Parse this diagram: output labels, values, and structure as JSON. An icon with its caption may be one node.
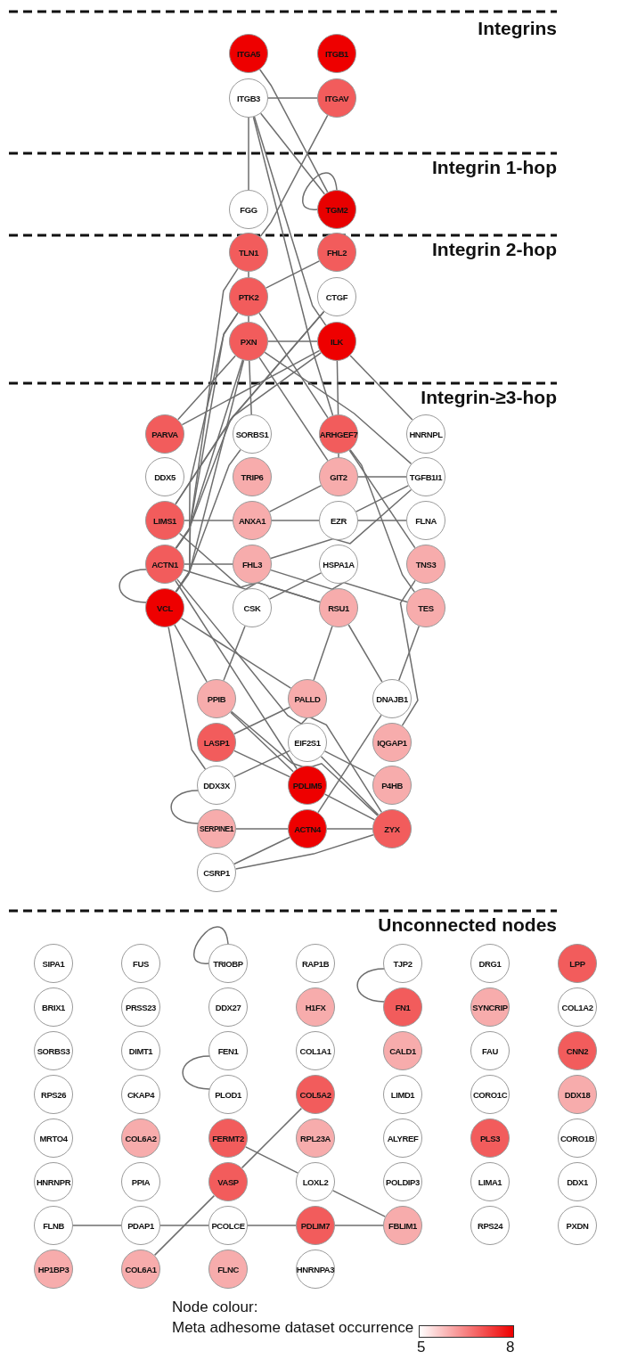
{
  "diagram": {
    "nodes": [
      {
        "text": [
          "ITGA5"
        ]
      },
      {
        "text": [
          "ITGB1"
        ]
      },
      {
        "text": [
          "ITGB3"
        ]
      },
      {
        "text": [
          "ITGAV"
        ]
      },
      {
        "text": [
          "FGG"
        ]
      },
      {
        "text": [
          "TGM2"
        ]
      },
      {
        "text": [
          "TLN1"
        ]
      },
      {
        "text": [
          "FHL2"
        ]
      },
      {
        "text": [
          "PTK2"
        ]
      },
      {
        "text": [
          "CTGF"
        ]
      },
      {
        "text": [
          "PXN"
        ]
      },
      {
        "text": [
          "ILK"
        ]
      },
      {
        "text": [
          "PARVA"
        ]
      },
      {
        "text": [
          "SORBS1"
        ]
      },
      {
        "text": [
          "ARHGEF7"
        ]
      },
      {
        "text": [
          "HNRNPL"
        ]
      },
      {
        "text": [
          "DDX5"
        ]
      },
      {
        "text": [
          "TRIP6"
        ]
      },
      {
        "text": [
          "GIT2"
        ]
      },
      {
        "text": [
          "TGFB1I1"
        ]
      },
      {
        "text": [
          "LIMS1"
        ]
      },
      {
        "text": [
          "ANXA1"
        ]
      },
      {
        "text": [
          "EZR"
        ]
      },
      {
        "text": [
          "FLNA"
        ]
      },
      {
        "text": [
          "ACTN1"
        ]
      },
      {
        "text": [
          "FHL3"
        ]
      },
      {
        "text": [
          "HSPA1A"
        ]
      },
      {
        "text": [
          "TNS3"
        ]
      },
      {
        "text": [
          "VCL"
        ]
      },
      {
        "text": [
          "CSK"
        ]
      },
      {
        "text": [
          "RSU1"
        ]
      },
      {
        "text": [
          "TES"
        ]
      },
      {
        "text": [
          "PPIB"
        ]
      },
      {
        "text": [
          "PALLD"
        ]
      },
      {
        "text": [
          "DNAJB1"
        ]
      },
      {
        "text": [
          "LASP1"
        ]
      },
      {
        "text": [
          "EIF2S1"
        ]
      },
      {
        "text": [
          "IQGAP1"
        ]
      },
      {
        "text": [
          "DDX3X"
        ]
      },
      {
        "text": [
          "PDLIM5"
        ]
      },
      {
        "text": [
          "P4HB"
        ]
      },
      {
        "text": [
          "SERPINE1"
        ]
      },
      {
        "text": [
          "ACTN4"
        ]
      },
      {
        "text": [
          "ZYX"
        ]
      },
      {
        "text": [
          "CSRP1"
        ]
      },
      {
        "text": [
          "SIPA1"
        ]
      },
      {
        "text": [
          "FUS"
        ]
      },
      {
        "text": [
          "TRIOBP"
        ]
      },
      {
        "text": [
          "RAP1B"
        ]
      },
      {
        "text": [
          "TJP2"
        ]
      },
      {
        "text": [
          "DRG1"
        ]
      },
      {
        "text": [
          "LPP"
        ]
      },
      {
        "text": [
          "BRIX1"
        ]
      },
      {
        "text": [
          "PRSS23"
        ]
      },
      {
        "text": [
          "DDX27"
        ]
      },
      {
        "text": [
          "H1FX"
        ]
      },
      {
        "text": [
          "FN1"
        ]
      },
      {
        "text": [
          "SYNCRIP"
        ]
      },
      {
        "text": [
          "COL1A2"
        ]
      },
      {
        "text": [
          "SORBS3"
        ]
      },
      {
        "text": [
          "DIMT1"
        ]
      },
      {
        "text": [
          "FEN1"
        ]
      },
      {
        "text": [
          "COL1A1"
        ]
      },
      {
        "text": [
          "CALD1"
        ]
      },
      {
        "text": [
          "FAU"
        ]
      },
      {
        "text": [
          "CNN2"
        ]
      },
      {
        "text": [
          "RPS26"
        ]
      },
      {
        "text": [
          "CKAP4"
        ]
      },
      {
        "text": [
          "PLOD1"
        ]
      },
      {
        "text": [
          "COL5A2"
        ]
      },
      {
        "text": [
          "LIMD1"
        ]
      },
      {
        "text": [
          "CORO1C"
        ]
      },
      {
        "text": [
          "DDX18"
        ]
      },
      {
        "text": [
          "MRTO4"
        ]
      },
      {
        "text": [
          "COL6A2"
        ]
      },
      {
        "text": [
          "FERMT2"
        ]
      },
      {
        "text": [
          "RPL23A"
        ]
      },
      {
        "text": [
          "ALYREF"
        ]
      },
      {
        "text": [
          "PLS3"
        ]
      },
      {
        "text": [
          "CORO1B"
        ]
      },
      {
        "text": [
          "HNRNPR"
        ]
      },
      {
        "text": [
          "PPIA"
        ]
      },
      {
        "text": [
          "VASP"
        ]
      },
      {
        "text": [
          "LOXL2"
        ]
      },
      {
        "text": [
          "POLDIP3"
        ]
      },
      {
        "text": [
          "LIMA1"
        ]
      },
      {
        "text": [
          "DDX1"
        ]
      },
      {
        "text": [
          "FLNB"
        ]
      },
      {
        "text": [
          "PDAP1"
        ]
      },
      {
        "text": [
          "PCOLCE"
        ]
      },
      {
        "text": [
          "PDLIM7"
        ]
      },
      {
        "text": [
          "FBLIM1"
        ]
      },
      {
        "text": [
          "RPS24"
        ]
      },
      {
        "text": [
          "PXDN"
        ]
      },
      {
        "text": [
          "HP1BP3"
        ]
      },
      {
        "text": [
          "COL6A1"
        ]
      },
      {
        "text": [
          "FLNC"
        ]
      },
      {
        "text": [
          "HNRNPA3"
        ]
      },
      {
        "text": [],
        "shape": "bar",
        "beside": [
          "5",
          "8"
        ]
      }
    ],
    "edges": [
      {
        "from": 2,
        "to": 3,
        "arrow": "none"
      },
      {
        "from": 0,
        "to": 5,
        "arrow": "none"
      },
      {
        "from": 2,
        "to": 4,
        "arrow": "none"
      },
      {
        "from": 2,
        "to": 5,
        "arrow": "none"
      },
      {
        "from": 5,
        "to": 5,
        "arrow": "none"
      },
      {
        "from": 2,
        "to": 11,
        "arrow": "none"
      },
      {
        "from": 2,
        "to": 14,
        "arrow": "none"
      },
      {
        "from": 3,
        "to": 6,
        "arrow": "none"
      },
      {
        "from": 6,
        "to": 8,
        "arrow": "none"
      },
      {
        "from": 8,
        "to": 7,
        "arrow": "none"
      },
      {
        "from": 8,
        "to": 10,
        "arrow": "none"
      },
      {
        "from": 8,
        "to": 28,
        "arrow": "none"
      },
      {
        "from": 8,
        "to": 24,
        "arrow": "none"
      },
      {
        "from": 8,
        "to": 14,
        "arrow": "none"
      },
      {
        "from": 10,
        "to": 11,
        "arrow": "none"
      },
      {
        "from": 10,
        "to": 13,
        "arrow": "none"
      },
      {
        "from": 10,
        "to": 12,
        "arrow": "none"
      },
      {
        "from": 10,
        "to": 24,
        "arrow": "none"
      },
      {
        "from": 10,
        "to": 28,
        "arrow": "none"
      },
      {
        "from": 10,
        "to": 18,
        "arrow": "none"
      },
      {
        "from": 10,
        "to": 19,
        "arrow": "none"
      },
      {
        "from": 11,
        "to": 14,
        "arrow": "none"
      },
      {
        "from": 11,
        "to": 15,
        "arrow": "none"
      },
      {
        "from": 11,
        "to": 12,
        "arrow": "none"
      },
      {
        "from": 11,
        "to": 20,
        "arrow": "none"
      },
      {
        "from": 9,
        "to": 24,
        "arrow": "none"
      },
      {
        "from": 9,
        "to": 20,
        "arrow": "none"
      },
      {
        "from": 6,
        "to": 28,
        "arrow": "none"
      },
      {
        "from": 13,
        "to": 28,
        "arrow": "none"
      },
      {
        "from": 14,
        "to": 18,
        "arrow": "none"
      },
      {
        "from": 14,
        "to": 27,
        "arrow": "none"
      },
      {
        "from": 14,
        "to": 31,
        "arrow": "none"
      },
      {
        "from": 18,
        "to": 19,
        "arrow": "none"
      },
      {
        "from": 18,
        "to": 21,
        "arrow": "none"
      },
      {
        "from": 20,
        "to": 21,
        "arrow": "none"
      },
      {
        "from": 21,
        "to": 22,
        "arrow": "none"
      },
      {
        "from": 22,
        "to": 23,
        "arrow": "none"
      },
      {
        "from": 22,
        "to": 19,
        "arrow": "none"
      },
      {
        "from": 25,
        "to": 19,
        "arrow": "none"
      },
      {
        "from": 24,
        "to": 25,
        "arrow": "none"
      },
      {
        "from": 24,
        "to": 30,
        "arrow": "none"
      },
      {
        "from": 25,
        "to": 31,
        "arrow": "none"
      },
      {
        "from": 24,
        "to": 28,
        "arrow": "none"
      },
      {
        "from": 26,
        "to": 29,
        "arrow": "none"
      },
      {
        "from": 20,
        "to": 30,
        "arrow": "none"
      },
      {
        "from": 31,
        "to": 34,
        "arrow": "none"
      },
      {
        "from": 27,
        "to": 37,
        "arrow": "none"
      },
      {
        "from": 30,
        "to": 33,
        "arrow": "none"
      },
      {
        "from": 30,
        "to": 34,
        "arrow": "none"
      },
      {
        "from": 28,
        "to": 32,
        "arrow": "none"
      },
      {
        "from": 28,
        "to": 38,
        "arrow": "none"
      },
      {
        "from": 28,
        "to": 33,
        "arrow": "none"
      },
      {
        "from": 24,
        "to": 39,
        "arrow": "none"
      },
      {
        "from": 24,
        "to": 43,
        "arrow": "none"
      },
      {
        "from": 29,
        "to": 32,
        "arrow": "none"
      },
      {
        "from": 35,
        "to": 33,
        "arrow": "none"
      },
      {
        "from": 32,
        "to": 43,
        "arrow": "none"
      },
      {
        "from": 32,
        "to": 39,
        "arrow": "none"
      },
      {
        "from": 36,
        "to": 38,
        "arrow": "none"
      },
      {
        "from": 36,
        "to": 43,
        "arrow": "none"
      },
      {
        "from": 36,
        "to": 40,
        "arrow": "none"
      },
      {
        "from": 39,
        "to": 43,
        "arrow": "none"
      },
      {
        "from": 42,
        "to": 34,
        "arrow": "none"
      },
      {
        "from": 41,
        "to": 42,
        "arrow": "none"
      },
      {
        "from": 38,
        "to": 41,
        "arrow": "none"
      },
      {
        "from": 42,
        "to": 43,
        "arrow": "none"
      },
      {
        "from": 44,
        "to": 42,
        "arrow": "none"
      },
      {
        "from": 44,
        "to": 43,
        "arrow": "none"
      },
      {
        "from": 35,
        "to": 39,
        "arrow": "none"
      },
      {
        "from": 47,
        "to": 47,
        "arrow": "none"
      },
      {
        "from": 61,
        "to": 68,
        "arrow": "none"
      },
      {
        "from": 49,
        "to": 56,
        "arrow": "none"
      },
      {
        "from": 87,
        "to": 88,
        "arrow": "none"
      },
      {
        "from": 88,
        "to": 89,
        "arrow": "none"
      },
      {
        "from": 89,
        "to": 90,
        "arrow": "none"
      },
      {
        "from": 90,
        "to": 91,
        "arrow": "none"
      },
      {
        "from": 95,
        "to": 82,
        "arrow": "none"
      },
      {
        "from": 82,
        "to": 69,
        "arrow": "none"
      },
      {
        "from": 75,
        "to": 83,
        "arrow": "none"
      },
      {
        "from": 83,
        "to": 91,
        "arrow": "none"
      }
    ],
    "labels": [
      "Integrins",
      "Integrin 1-hop",
      "Integrin 2-hop",
      "Integrin-≥3-hop",
      "Unconnected nodes",
      "Node colour:",
      "Meta adhesome dataset occurrence"
    ]
  }
}
